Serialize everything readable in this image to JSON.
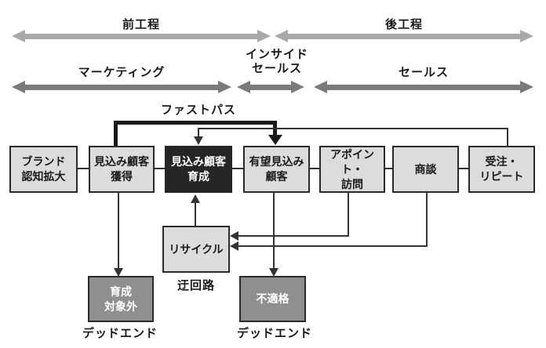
{
  "phases": {
    "pre": "前工程",
    "post": "後工程"
  },
  "lanes": {
    "marketing": "マーケティング",
    "inside_sales": {
      "line1": "インサイド",
      "line2": "セールス"
    },
    "sales": "セールス"
  },
  "fast_path": {
    "label": "ファストパス"
  },
  "main_row": {
    "boxes": [
      {
        "id": "brand-awareness",
        "line1": "ブランド",
        "line2": "認知拡大"
      },
      {
        "id": "lead-acquisition",
        "line1": "見込み顧客",
        "line2": "獲得"
      },
      {
        "id": "lead-nurturing",
        "line1": "見込み顧客",
        "line2": "育成",
        "highlight": true
      },
      {
        "id": "qualified-leads",
        "line1": "有望見込み",
        "line2": "顧客"
      },
      {
        "id": "appointment-visit",
        "line1": "アポイント・",
        "line2": "訪問"
      },
      {
        "id": "negotiation",
        "line1": "商談"
      },
      {
        "id": "order-repeat",
        "line1": "受注・",
        "line2": "リピート"
      }
    ]
  },
  "recycle": {
    "label": "リサイクル",
    "caption": "迂回路"
  },
  "dead_ends": {
    "left": {
      "line1": "育成",
      "line2": "対象外",
      "caption": "デッドエンド"
    },
    "right": {
      "line1": "不適格",
      "caption": "デッドエンド"
    }
  },
  "colors": {
    "phase_arrow": "#a9a9a9",
    "lane_arrow": "#7a7a7a",
    "node_fill": "#dcdcdc",
    "node_border": "#2a2a2a",
    "highlight_fill": "#262626",
    "dead_end_fill": "#8f8f8f",
    "line": "#333333",
    "fast_path": "#1a1a1a"
  }
}
